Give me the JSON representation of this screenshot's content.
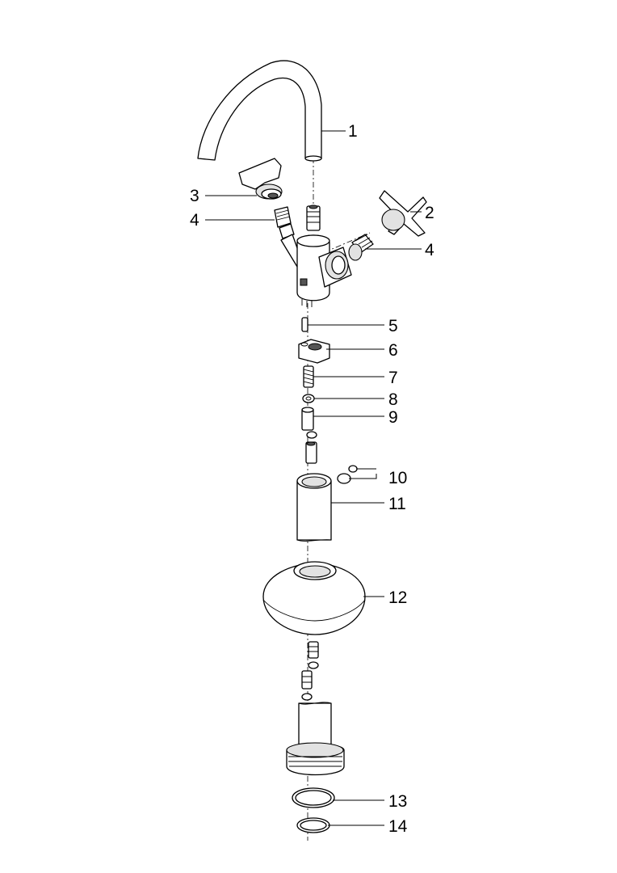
{
  "callouts": [
    "1",
    "2",
    "3",
    "4",
    "4",
    "5",
    "6",
    "7",
    "8",
    "9",
    "10",
    "11",
    "12",
    "13",
    "14"
  ]
}
